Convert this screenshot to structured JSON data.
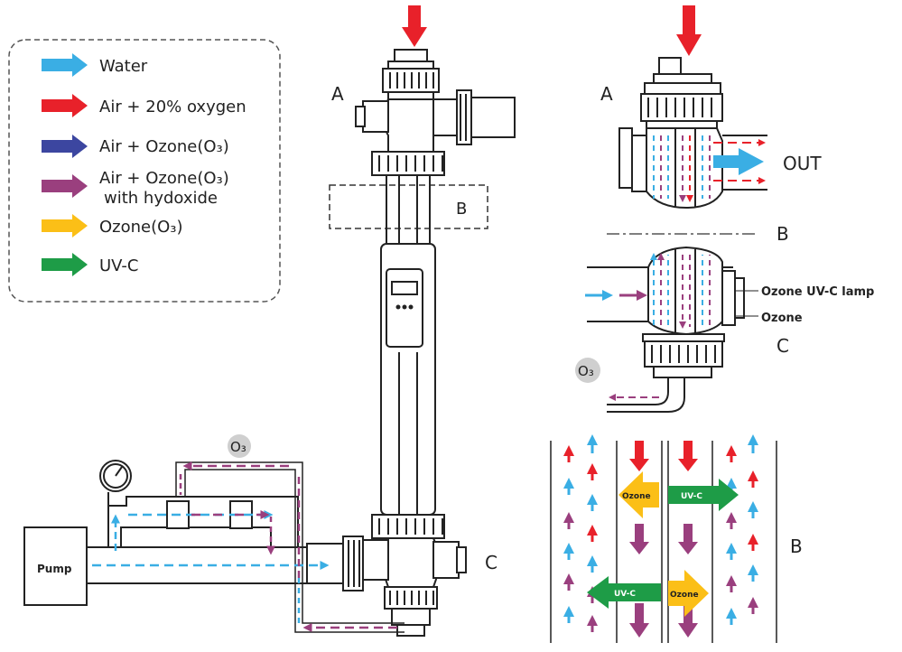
{
  "colors": {
    "water": "#3aaee4",
    "air": "#e8212a",
    "air_ozone": "#3c46a0",
    "air_ozone_hydroxide": "#9a3f7e",
    "ozone": "#fbbf17",
    "uvc": "#1e9c47",
    "outline": "#222222",
    "badge": "#cfcfcf"
  },
  "legend": {
    "items": [
      {
        "label": "Water",
        "color_key": "water"
      },
      {
        "label": "Air + 20% oxygen",
        "color_key": "air"
      },
      {
        "label": "Air + Ozone(O₃)",
        "color_key": "air_ozone"
      },
      {
        "label": "Air + Ozone(O₃)",
        "label2": "with hydoxide",
        "color_key": "air_ozone_hydroxide"
      },
      {
        "label": "Ozone(O₃)",
        "color_key": "ozone"
      },
      {
        "label": "UV-C",
        "color_key": "uvc"
      }
    ]
  },
  "labels": {
    "a_main": "A",
    "b_main": "B",
    "c_main": "C",
    "a_detail": "A",
    "out": "OUT",
    "b_divider": "B",
    "lamp": "Ozone UV-C lamp",
    "ozone_pointer": "Ozone",
    "c_detail": "C",
    "o3_detail": "O₃",
    "o3_pipe": "O₃",
    "pump": "Pump",
    "b_cross": "B",
    "ozone_tag_1": "Ozone",
    "uvc_tag_1": "UV-C",
    "uvc_tag_2": "UV-C",
    "ozone_tag_2": "Ozone"
  }
}
